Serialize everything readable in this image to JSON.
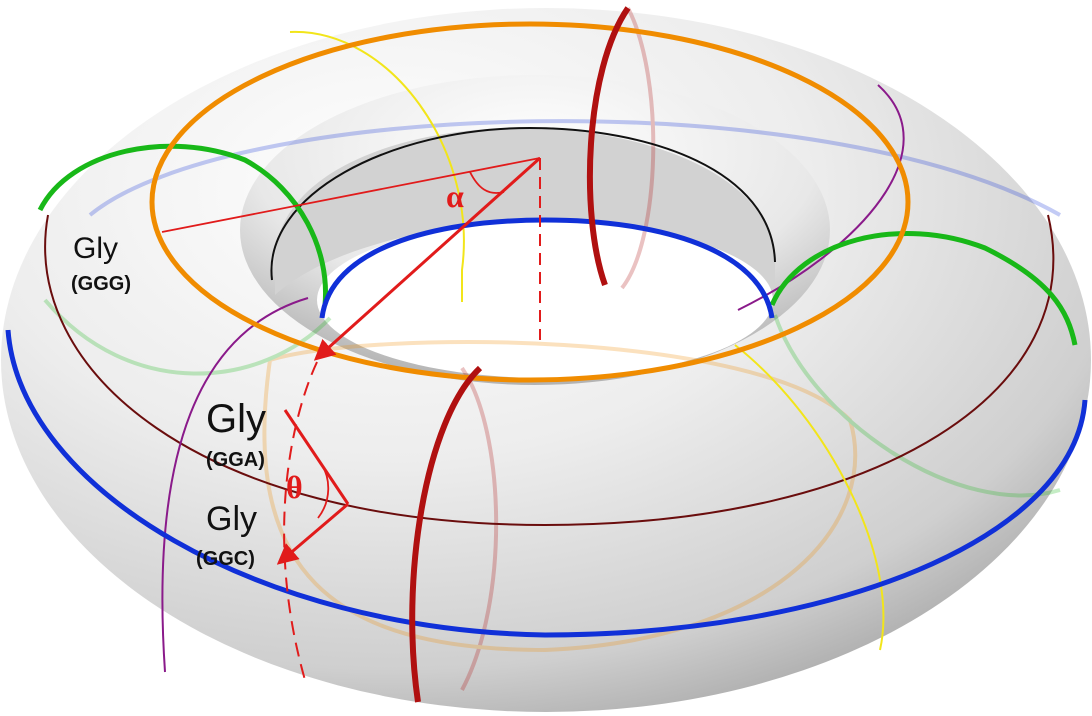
{
  "labels": {
    "gly_ggg": {
      "name": "Gly",
      "codon": "(GGG)"
    },
    "gly_gga": {
      "name": "Gly",
      "codon": "(GGA)"
    },
    "gly_ggc": {
      "name": "Gly",
      "codon": "(GGC)"
    }
  },
  "angles": {
    "alpha": "α",
    "theta": "θ"
  },
  "colors": {
    "torus_surface": "#e9e9e9",
    "equator": "#1030d8",
    "top_ring": "#f08c00",
    "meridian": "#b01010",
    "arc_green": "#18b818",
    "arc_yellow": "#f2e51a",
    "arc_purple": "#8a1a8a",
    "arc_maroon": "#6a0d0d",
    "inner_black": "#111111",
    "angle_red": "#e11b1b"
  }
}
